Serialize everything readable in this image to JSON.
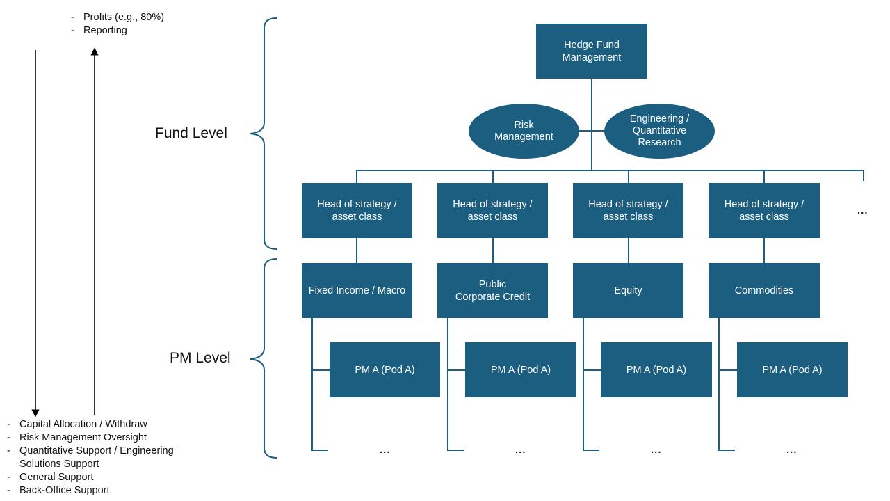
{
  "top_notes": [
    "Profits (e.g., 80%)",
    "Reporting"
  ],
  "bottom_notes": [
    "Capital Allocation / Withdraw",
    "Risk Management Oversight",
    "Quantitative Support / Engineering Solutions Support",
    "General Support",
    "Back-Office Support"
  ],
  "levels": {
    "fund": "Fund Level",
    "pm": "PM Level"
  },
  "root": "Hedge Fund\nManagement",
  "side_units": {
    "risk": "Risk\nManagement",
    "engineering": "Engineering /\nQuantitative\nResearch"
  },
  "heads": [
    "Head of strategy /\nasset class",
    "Head of strategy /\nasset class",
    "Head of strategy /\nasset class",
    "Head of strategy /\nasset class"
  ],
  "heads_more": "...",
  "asset_classes": [
    "Fixed Income / Macro",
    "Public\nCorporate Credit",
    "Equity",
    "Commodities"
  ],
  "pods": [
    "PM A (Pod A)",
    "PM A (Pod A)",
    "PM A (Pod A)",
    "PM A (Pod A)"
  ],
  "pods_more": [
    "...",
    "...",
    "...",
    "..."
  ],
  "colors": {
    "box": "#1b5e7f",
    "connector": "#1b5e7f"
  }
}
